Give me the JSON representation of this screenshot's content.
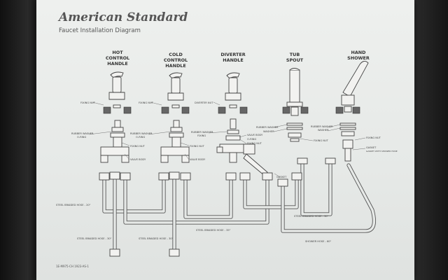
{
  "brand": "American Standard",
  "title": "Faucet Installation Diagram",
  "columns": [
    {
      "line1": "HOT",
      "line2": "CONTROL",
      "line3": "HANDLE"
    },
    {
      "line1": "COLD",
      "line2": "CONTROL",
      "line3": "HANDLE"
    },
    {
      "line1": "DIVERTER",
      "line2": "HANDLE",
      "line3": ""
    },
    {
      "line1": "TUB",
      "line2": "SPOUT",
      "line3": ""
    },
    {
      "line1": "HAND",
      "line2": "SHOWER",
      "line3": ""
    }
  ],
  "labels": {
    "fixing_nut_hot": "FIXING NUT",
    "fixing_nut_cold": "FIXING NUT",
    "diverter_nut": "DIVERTER NUT",
    "rubber_washer_hot": "RUBBER WASHER",
    "o_ring_hot": "O-RING",
    "fixing_nut_2_hot": "FIXING NUT",
    "valve_body_hot": "VALVE BODY",
    "rubber_washer_cold": "RUBBER WASHER",
    "o_ring_cold": "O-RING",
    "fixing_nut_2_cold": "FIXING NUT",
    "valve_body_cold": "VALVE BODY",
    "rubber_washer_div": "RUBBER WASHER",
    "fixing_div": "FIXING",
    "valve_body_div": "VALVE BODY",
    "o_ring_div": "O-RING",
    "fixing_nut_div": "FIXING NUT",
    "rubber_washer_tub": "RUBBER WASHER",
    "washer_tub": "WASHER",
    "fixing_nut_tub": "FIXING NUT",
    "rubber_washer_hs": "RUBBER WASHER",
    "washer_hs": "WASHER",
    "fixing_nut_hs": "FIXING NUT",
    "gasket_hs": "GASKET",
    "gasket_hs_note": "GASKET WITH SHOWER HOSE",
    "gasket_div": "GASKET",
    "hose_left": "STEEL BRAIDED HOSE - 20\"",
    "hose_mid": "STEEL BRAIDED HOSE - 35\"",
    "hose_right": "STEEL BRAIDED HOSE - 30\"",
    "hose_hot_low": "STEEL BRAIDED HOSE - 30\"",
    "hose_cold_low": "STEEL BRAIDED HOSE - 30\"",
    "shower_hose": "SHOWER HOSE - 60\""
  },
  "footer": "1E-M975-CH 1923-AS-1"
}
